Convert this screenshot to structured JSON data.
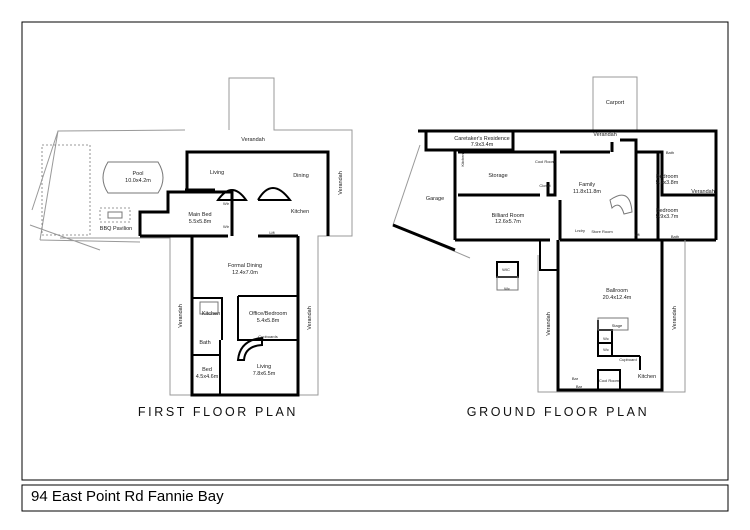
{
  "address": "94 East Point Rd Fannie Bay",
  "first_floor": {
    "caption": "FIRST FLOOR PLAN",
    "rooms": {
      "verandah_top": "Verandah",
      "living": "Living",
      "dining": "Dining",
      "kitchen_upper": "Kitchen",
      "verandah_right": "Verandah",
      "pool": "Pool",
      "pool_size": "10.0x4.2m",
      "bbq": "BBQ Pavilion",
      "main_bed": "Main Bed",
      "main_bed_size": "5.5x5.8m",
      "wir1": "Wir",
      "wir2": "Wir",
      "lift": "Lift",
      "formal_dining": "Formal Dining",
      "formal_dining_size": "12.4x7.0m",
      "kitchen": "Kitchen",
      "office": "Office/Bedroom",
      "office_size": "5.4x5.8m",
      "cupboards": "Cupboards",
      "bath": "Bath",
      "bed": "Bed",
      "bed_size": "4.5x4.6m",
      "living_lower": "Living",
      "living_lower_size": "7.8x6.5m",
      "verandah_left_lower": "Verandah",
      "verandah_right_lower": "Verandah"
    }
  },
  "ground_floor": {
    "caption": "GROUND FLOOR PLAN",
    "rooms": {
      "carport": "Carport",
      "verandah_top": "Verandah",
      "caretaker": "Caretaker's Residence",
      "caretaker_size": "7.9x3.4m",
      "kitchen_small": "Kitchen",
      "storage": "Storage",
      "cool_room": "Cool Room",
      "closet": "Closet",
      "garage": "Garage",
      "family": "Family",
      "family_size": "11.8x11.8m",
      "bedroom1": "Bedroom",
      "bedroom1_size": "5.9x3.8m",
      "bedroom2": "Bedroom",
      "bedroom2_size": "5.9x3.7m",
      "bath1": "Bath",
      "bath2": "Bath",
      "verandah_right": "Verandah",
      "billiard": "Billiard Room",
      "billiard_size": "12.6x5.7m",
      "lndry": "Lndry",
      "store_room": "Store Room",
      "lift": "Lift",
      "wic": "WIC",
      "wc_outside": "Wc",
      "ballroom": "Ballroom",
      "ballroom_size": "20.4x12.4m",
      "verandah_left_lower": "Verandah",
      "verandah_right_lower": "Verandah",
      "stage": "Stage",
      "wc1": "Wc",
      "wc2": "Wc",
      "cupboard": "Cupboard",
      "kitchen": "Kitchen",
      "cool_room_lower": "Cool Room",
      "bar1": "Bar",
      "bar2": "Bar"
    }
  }
}
